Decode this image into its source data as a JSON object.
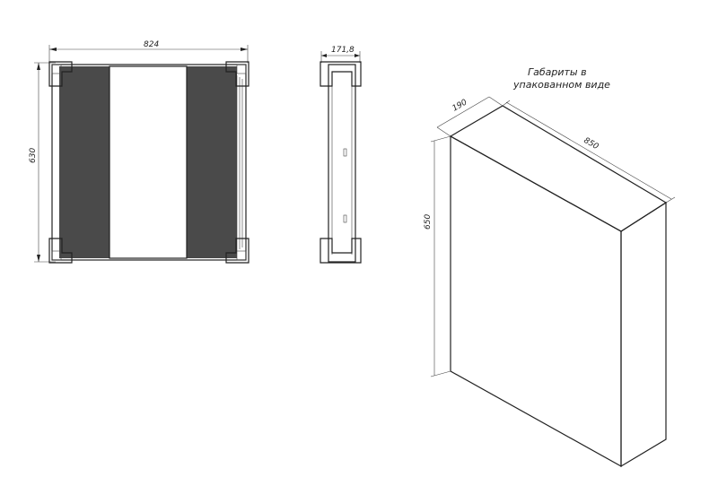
{
  "front_view": {
    "width_label": "824",
    "height_label": "630"
  },
  "side_view": {
    "depth_label": "171,8"
  },
  "package_view": {
    "note_line1": "Габариты в",
    "note_line2": "упакованном виде",
    "depth_label": "190",
    "width_label": "850",
    "height_label": "650"
  },
  "colors": {
    "line": "#222222",
    "panel": "#4a4a4a",
    "background": "#ffffff"
  }
}
